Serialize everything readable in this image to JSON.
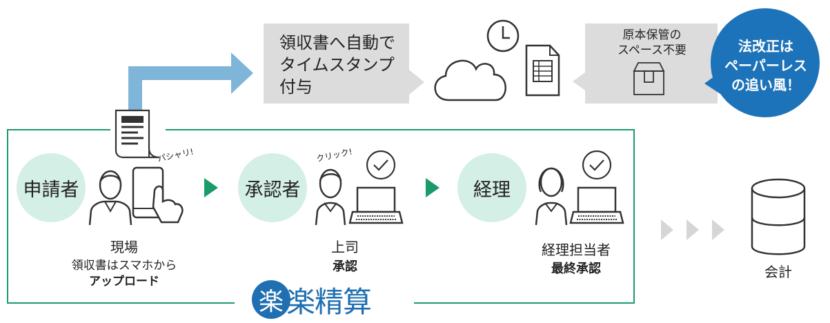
{
  "top": {
    "timestamp_label": "領収書へ自動で\nタイムスタンプ\n付与",
    "storage_label": "原本保管の\nスペース不要",
    "badge_label": "法改正は\nペーパーレス\nの追い風！"
  },
  "flow": {
    "applicant": {
      "role": "申請者",
      "caption1": "現場",
      "caption2": "領収書はスマホから",
      "caption3": "アップロード",
      "sfx": "パシャリ!"
    },
    "approver": {
      "role": "承認者",
      "caption1": "上司",
      "caption2": "承認",
      "sfx": "クリック!"
    },
    "accounting": {
      "role": "経理",
      "caption1": "経理担当者",
      "caption2": "最終承認"
    }
  },
  "destination": {
    "label": "会計"
  },
  "brand": {
    "logo_text": "楽楽精算",
    "logo_mark": "楽"
  },
  "colors": {
    "green": "#1b9a6a",
    "green_light": "#d4efe5",
    "arrow_blue": "#7fb5d9",
    "badge_blue": "#1d73b9",
    "brand_blue": "#1f6fb2",
    "gray": "#dcdcdc"
  }
}
